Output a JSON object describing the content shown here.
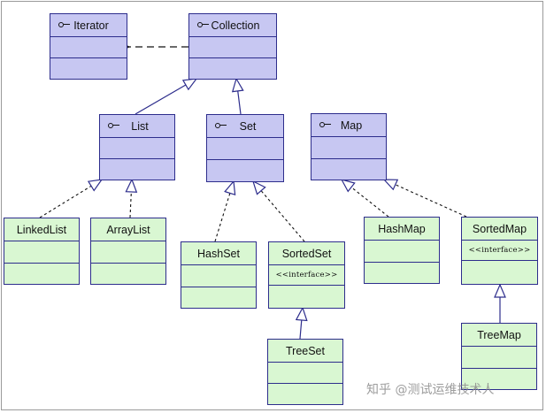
{
  "nodes": {
    "iterator": {
      "label": "Iterator"
    },
    "collection": {
      "label": "Collection"
    },
    "list": {
      "label": "List"
    },
    "set": {
      "label": "Set"
    },
    "map": {
      "label": "Map"
    },
    "linkedlist": {
      "label": "LinkedList"
    },
    "arraylist": {
      "label": "ArrayList"
    },
    "hashset": {
      "label": "HashSet"
    },
    "sortedset": {
      "label": "SortedSet",
      "stereotype": "<<interface>>"
    },
    "treeset": {
      "label": "TreeSet"
    },
    "hashmap": {
      "label": "HashMap"
    },
    "sortedmap": {
      "label": "SortedMap",
      "stereotype": "<<interface>>"
    },
    "treemap": {
      "label": "TreeMap"
    }
  },
  "watermark": "知乎 @测试运维技术人",
  "colors": {
    "interface_fill": "#c7c7f2",
    "class_fill": "#d9f7d2",
    "border": "#2d2d8c"
  }
}
